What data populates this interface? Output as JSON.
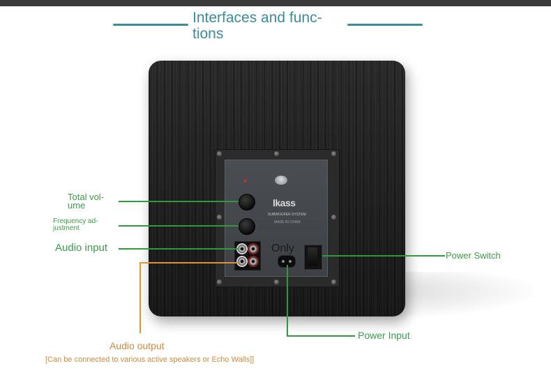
{
  "header": {
    "title": "Interfaces and func-\ntions",
    "accent_color": "#3b8c99"
  },
  "device": {
    "brand": "lkass",
    "model_text": "SUBWOOFER SYSTEM",
    "origin_text": "MADE IN CHINA",
    "only_text": "Only"
  },
  "callouts": {
    "total_volume": "Total vol-\nume",
    "frequency_adjustment": "Frequency ad-\njustment",
    "audio_input": "Audio input",
    "power_switch": "Power Switch",
    "power_input": "Power Input",
    "audio_output": "Audio output",
    "audio_output_note": "[Can be connected to various active speakers or Echo Walls]]"
  },
  "colors": {
    "green_line": "#2f9a3c",
    "orange_line": "#e0923a",
    "green_text": "#3d9b4a",
    "orange_text": "#d28a3c"
  }
}
